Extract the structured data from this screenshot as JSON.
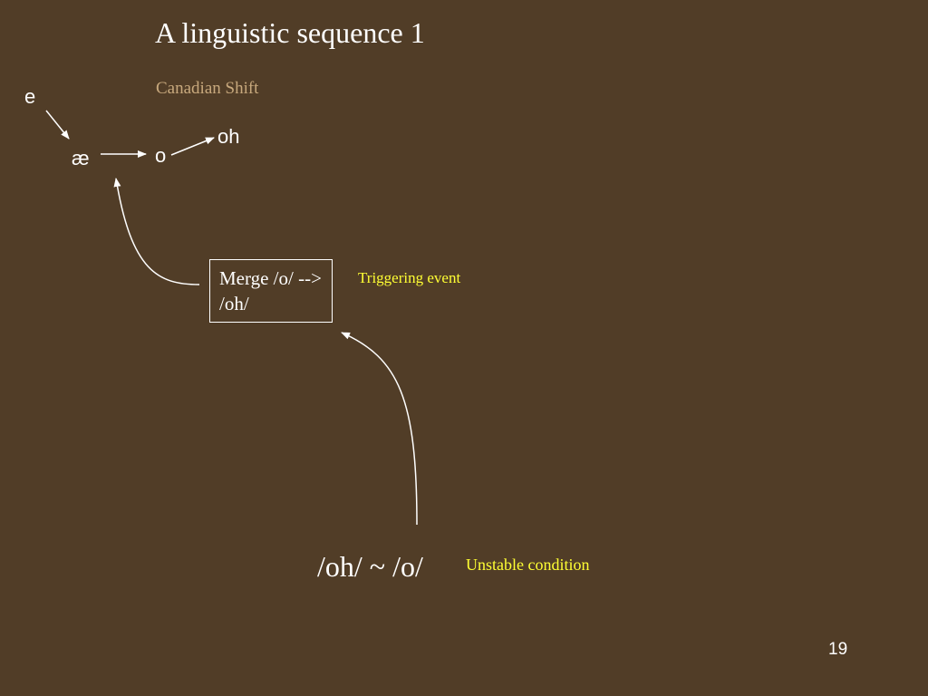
{
  "slide": {
    "title": "A linguistic sequence 1",
    "page_number": "19"
  },
  "diagram": {
    "shift_label": "Canadian Shift",
    "phonemes": {
      "e": "e",
      "ae": "æ",
      "o": "o",
      "oh": "oh"
    },
    "merge_box": "Merge /o/ --> /oh/",
    "triggering_label": "Triggering event",
    "variation": "/oh/ ~ /o/",
    "unstable_label": "Unstable condition"
  },
  "colors": {
    "background": "#513D27",
    "text": "#FFFFFF",
    "highlight": "#FFFF33",
    "subtitle": "#C8A97D"
  }
}
